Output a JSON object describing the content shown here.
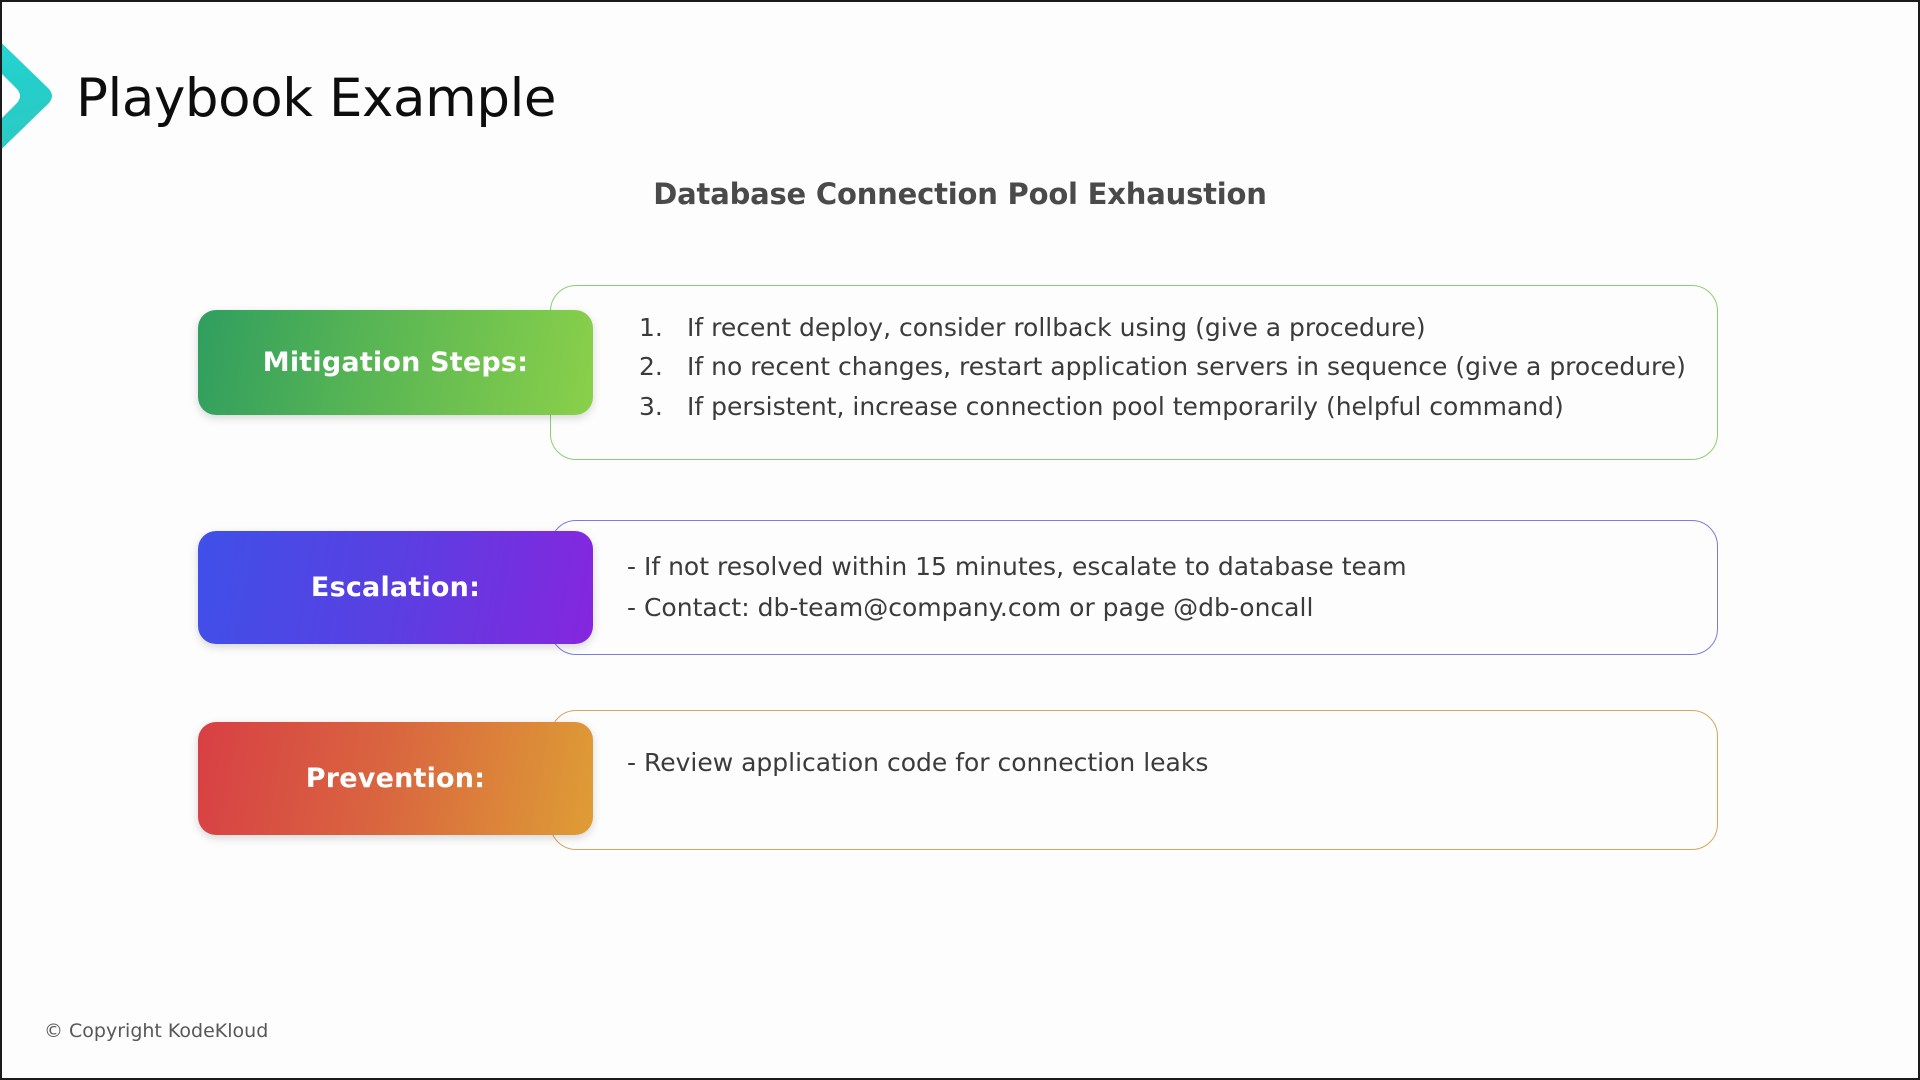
{
  "header": {
    "title": "Playbook Example",
    "logo_icon": "chevron-right-logo",
    "logo_colors": [
      "#29d8d8",
      "#22c9c0",
      "#2bc3bd"
    ]
  },
  "subtitle": "Database Connection Pool Exhaustion",
  "sections": [
    {
      "id": "mitigation",
      "label": "Mitigation Steps:",
      "accent_from": "#2f9e5f",
      "accent_to": "#8ad04a",
      "border_color": "#8ccf72",
      "list_type": "numbered",
      "items": [
        {
          "num": "1.",
          "text": "If recent deploy, consider rollback using (give a procedure)"
        },
        {
          "num": "2.",
          "text": "If no recent changes, restart application servers in sequence (give a procedure)"
        },
        {
          "num": "3.",
          "text": "If persistent, increase connection pool temporarily (helpful command)"
        }
      ]
    },
    {
      "id": "escalation",
      "label": "Escalation:",
      "accent_from": "#3f50e8",
      "accent_to": "#8526de",
      "border_color": "#7a7ce0",
      "list_type": "dashed",
      "items": [
        {
          "text": "- If not resolved within 15 minutes, escalate to database team"
        },
        {
          "text": "- Contact: db-team@company.com or page @db-oncall"
        }
      ]
    },
    {
      "id": "prevention",
      "label": "Prevention:",
      "accent_from": "#d83f45",
      "accent_to": "#de9d35",
      "border_color": "#d9a45c",
      "list_type": "dashed",
      "items": [
        {
          "text": "- Review application code for connection leaks"
        }
      ]
    }
  ],
  "footer": {
    "copyright": "© Copyright KodeKloud"
  }
}
